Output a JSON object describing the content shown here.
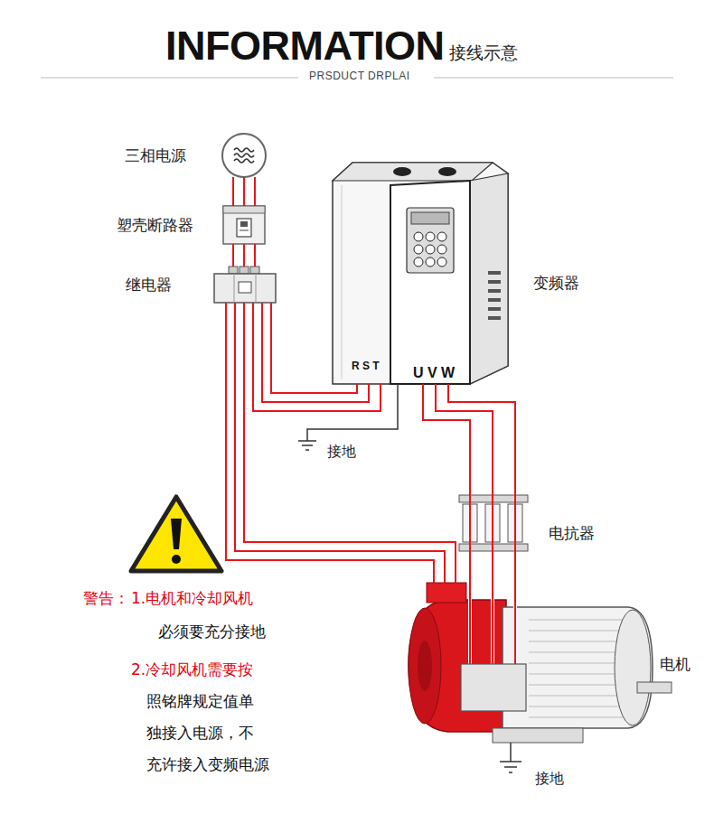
{
  "diagram": {
    "title": "INFORMATION",
    "nodes": [
      {
        "text": [
          "三相电源"
        ]
      },
      {
        "text": [
          "塑壳断路器"
        ]
      },
      {
        "text": [
          "继电器"
        ]
      },
      {
        "text": [
          "变频器",
          "R S T",
          "U V W"
        ]
      },
      {
        "text": [
          "电抗器"
        ]
      },
      {
        "text": [
          "电机"
        ]
      }
    ],
    "edges": [
      {
        "from": 0,
        "to": 1,
        "arrow": "none"
      },
      {
        "from": 1,
        "to": 2,
        "arrow": "none"
      },
      {
        "from": 2,
        "to": 3,
        "arrow": "none"
      },
      {
        "from": 2,
        "to": 5,
        "arrow": "none"
      },
      {
        "from": 3,
        "to": 4,
        "arrow": "none"
      },
      {
        "from": 4,
        "to": 5,
        "arrow": "none"
      }
    ],
    "labels": [
      "接线示意",
      "PRSDUCT DRPLAI",
      "接地",
      "接地",
      "警告：",
      "1.电机和冷却风机 必须要充分接地",
      "2.冷却风机需要按 照铭牌规定值单 独接入电源，不 充许接入变频电源"
    ]
  }
}
